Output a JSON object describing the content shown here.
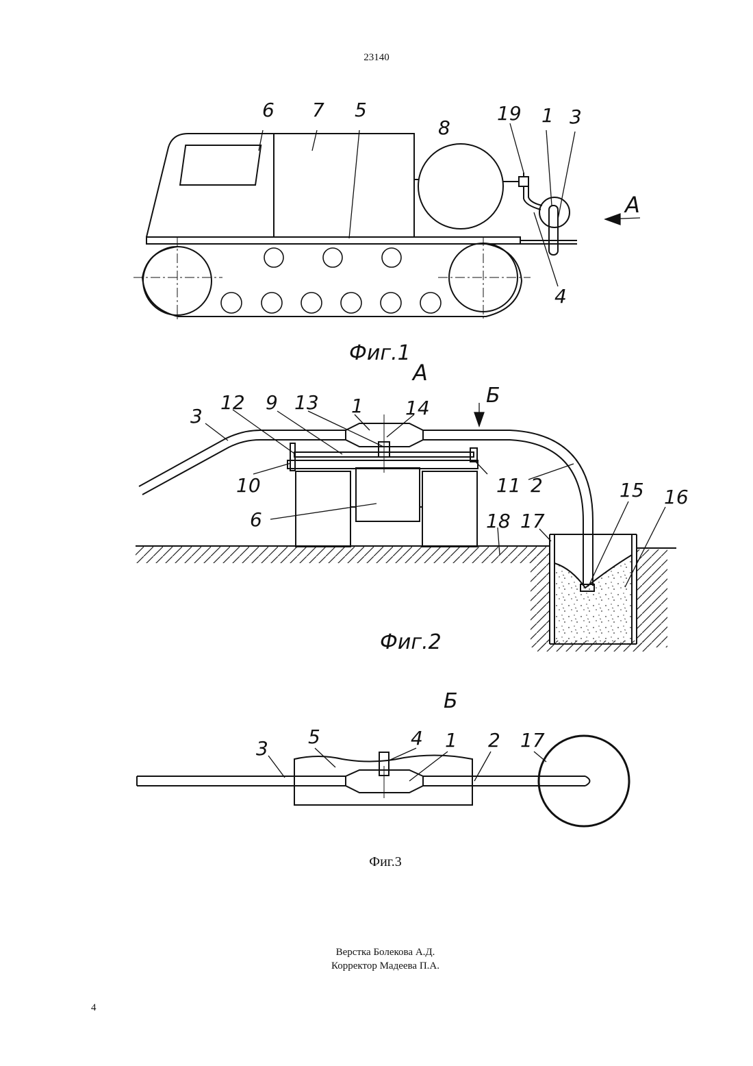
{
  "header": {
    "doc_number": "23140"
  },
  "fig1": {
    "caption": "Фиг.1",
    "view_marker": "А",
    "labels": [
      "6",
      "7",
      "5",
      "8",
      "19",
      "1",
      "3",
      "4"
    ]
  },
  "fig2": {
    "caption": "Фиг.2",
    "view_title": "А",
    "view_marker": "Б",
    "labels": [
      "3",
      "12",
      "9",
      "13",
      "1",
      "14",
      "2",
      "10",
      "11",
      "6",
      "18",
      "17",
      "15",
      "16"
    ]
  },
  "fig3": {
    "view_title": "Б",
    "caption": "Фиг.3",
    "labels": [
      "3",
      "5",
      "4",
      "1",
      "2",
      "17"
    ]
  },
  "footer": {
    "layout": "Верстка Болекова А.Д.",
    "corrector": "Корректор Мадеева П.А.",
    "page_number": "4"
  }
}
